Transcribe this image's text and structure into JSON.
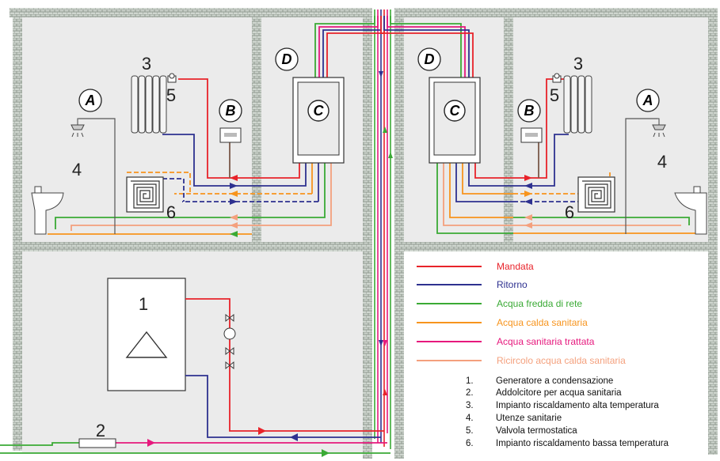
{
  "colors": {
    "mandata": "#e8232a",
    "ritorno": "#2e3190",
    "fredda": "#3aaa35",
    "calda": "#f7941d",
    "trattata": "#e6197d",
    "ricircolo": "#f4a07d",
    "wall": "#9aa69a",
    "room": "#ececec"
  },
  "unit_labels": {
    "D_left": "D",
    "D_right": "D",
    "C_left": "C",
    "C_right": "C",
    "B_left": "B",
    "B_right": "B",
    "A_left": "A",
    "A_right": "A"
  },
  "component_numbers": {
    "n3_left": "3",
    "n3_right": "3",
    "n5_left": "5",
    "n5_right": "5",
    "n4_left": "4",
    "n4_right": "4",
    "n6_left": "6",
    "n6_right": "6",
    "n1": "1",
    "n2": "2"
  },
  "legend": {
    "items": [
      {
        "label": "Mandata",
        "color": "#e8232a"
      },
      {
        "label": "Ritorno",
        "color": "#2e3190"
      },
      {
        "label": "Acqua fredda di rete",
        "color": "#3aaa35"
      },
      {
        "label": "Acqua calda sanitaria",
        "color": "#f7941d"
      },
      {
        "label": "Acqua sanitaria trattata",
        "color": "#e6197d"
      },
      {
        "label": "Ricircolo acqua calda sanitaria",
        "color": "#f4a07d"
      }
    ],
    "numbered": [
      {
        "num": "1.",
        "text": "Generatore a condensazione"
      },
      {
        "num": "2.",
        "text": "Addolcitore per acqua sanitaria"
      },
      {
        "num": "3.",
        "text": "Impianto riscaldamento alta temperatura"
      },
      {
        "num": "4.",
        "text": "Utenze sanitarie"
      },
      {
        "num": "5.",
        "text": "Valvola termostatica"
      },
      {
        "num": "6.",
        "text": "Impianto riscaldamento bassa temperatura"
      }
    ]
  }
}
